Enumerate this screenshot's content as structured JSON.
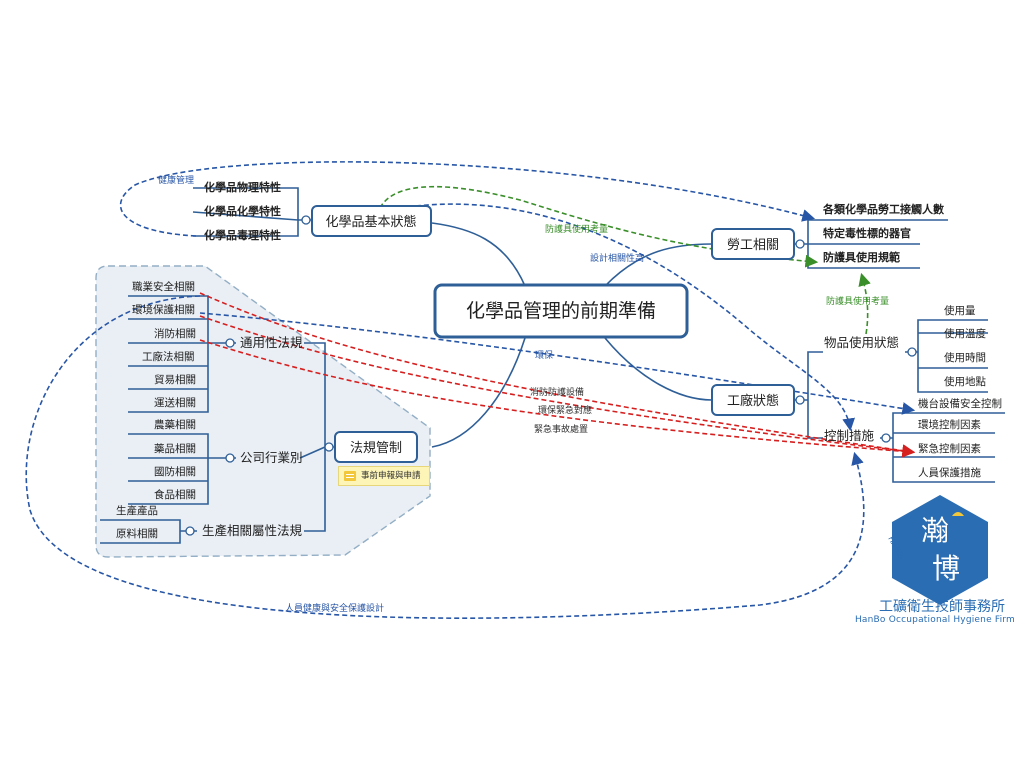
{
  "central": "化學品管理的前期準備",
  "branches": {
    "basic": {
      "label": "化學品基本狀態",
      "children": [
        "化學品物理特性",
        "化學品化學特性",
        "化學品毒理特性"
      ]
    },
    "labor": {
      "label": "勞工相關",
      "children": [
        "各類化學品勞工接觸人數",
        "特定毒性標的器官",
        "防護具使用規範"
      ]
    },
    "factory": {
      "label": "工廠狀態",
      "usage": {
        "label": "物品使用狀態",
        "children": [
          "使用量",
          "使用溫度",
          "使用時間",
          "使用地點"
        ]
      },
      "control": {
        "label": "控制措施",
        "children": [
          "機台設備安全控制",
          "環境控制因素",
          "緊急控制因素",
          "人員保護措施"
        ]
      }
    },
    "law": {
      "label": "法規管制",
      "note": "事前申報與申請",
      "general": {
        "label": "通用性法規",
        "children": [
          "職業安全相關",
          "環境保護相關",
          "消防相關",
          "工廠法相關",
          "貿易相關",
          "運送相關"
        ]
      },
      "industry": {
        "label": "公司行業別",
        "children": [
          "農藥相關",
          "藥品相關",
          "國防相關",
          "食品相關"
        ]
      },
      "production": {
        "label": "生產相關屬性法規",
        "children": [
          "生產產品",
          "原料相關"
        ]
      }
    }
  },
  "relations": {
    "health_mgmt": "健康管理",
    "ppe_consideration_1": "防護具使用考量",
    "ppe_consideration_2": "防護具使用考量",
    "design_relevance": "設計相關性高",
    "env_protection": "環保",
    "fire_equipment": "消防防護設備",
    "env_emergency": "環保緊急對應",
    "emergency_handling": "緊急事故處置",
    "worker_health_design": "人員健康與安全保護設計"
  },
  "logo": {
    "chars": [
      "瀚",
      "博"
    ],
    "side_text": "HANBO",
    "firm_name": "工礦衛生技師事務所",
    "firm_english": "HanBo Occupational Hygiene Firm"
  },
  "colors": {
    "tree_line": "#2f5f97",
    "node_border": "#2f5f97",
    "blue_dash": "#2856a6",
    "green_dash": "#3a8f2a",
    "red_dash": "#d62020",
    "group_fill": "#e9eff5",
    "group_border": "#93aec5",
    "logo": "#2a6db3"
  }
}
